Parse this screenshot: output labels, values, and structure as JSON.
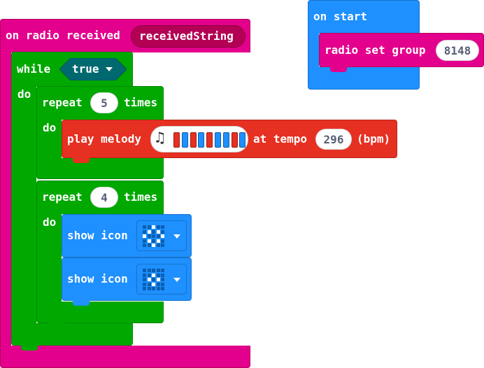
{
  "colors": {
    "radio": "#e3008c",
    "radio_dark": "#b8005c",
    "loops": "#00a800",
    "music": "#e63022",
    "basic": "#1e90ff",
    "logic": "#006970",
    "var_pill": "#b30054"
  },
  "radio_handler": {
    "label": "on radio received",
    "param": "receivedString"
  },
  "while_block": {
    "label_while": "while",
    "label_do": "do",
    "condition": "true"
  },
  "repeat1": {
    "label_repeat": "repeat",
    "count": "5",
    "label_times": "times",
    "label_do": "do"
  },
  "play_melody": {
    "label": "play melody",
    "melody_icon": "music-note-icon",
    "melody_notes": [
      "#e63022",
      "#1e90ff",
      "#e63022",
      "#1e90ff",
      "#e63022",
      "#1e90ff",
      "#1e90ff",
      "#e63022",
      "#1e90ff"
    ],
    "label_tempo": "at tempo",
    "tempo": "296",
    "label_bpm": "(bpm)"
  },
  "repeat2": {
    "label_repeat": "repeat",
    "count": "4",
    "label_times": "times",
    "label_do": "do"
  },
  "show_icon_1": {
    "label": "show icon",
    "grid": [
      [
        0,
        0,
        1,
        0,
        0
      ],
      [
        0,
        1,
        0,
        1,
        0
      ],
      [
        1,
        0,
        0,
        0,
        1
      ],
      [
        0,
        1,
        0,
        1,
        0
      ],
      [
        0,
        0,
        1,
        0,
        0
      ]
    ]
  },
  "show_icon_2": {
    "label": "show icon",
    "grid": [
      [
        0,
        0,
        0,
        0,
        0
      ],
      [
        0,
        0,
        1,
        0,
        0
      ],
      [
        0,
        1,
        0,
        1,
        0
      ],
      [
        0,
        0,
        1,
        0,
        0
      ],
      [
        0,
        0,
        0,
        0,
        0
      ]
    ]
  },
  "on_start": {
    "label": "on start"
  },
  "radio_set_group": {
    "label": "radio set group",
    "value": "8148"
  }
}
